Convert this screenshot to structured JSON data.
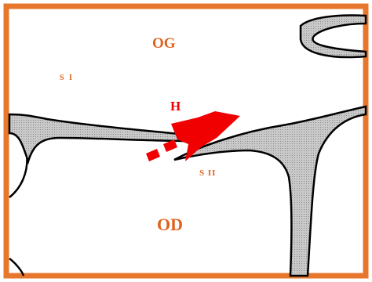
{
  "labels": {
    "og": "OG",
    "s1": "S I",
    "h": "H",
    "s2": "S II",
    "od": "OD"
  },
  "colors": {
    "frame": "#e8772e",
    "label_orange": "#e0621e",
    "arrow_red": "#f00000",
    "wall_fill": "#b9b9b9",
    "outline": "#000000"
  }
}
